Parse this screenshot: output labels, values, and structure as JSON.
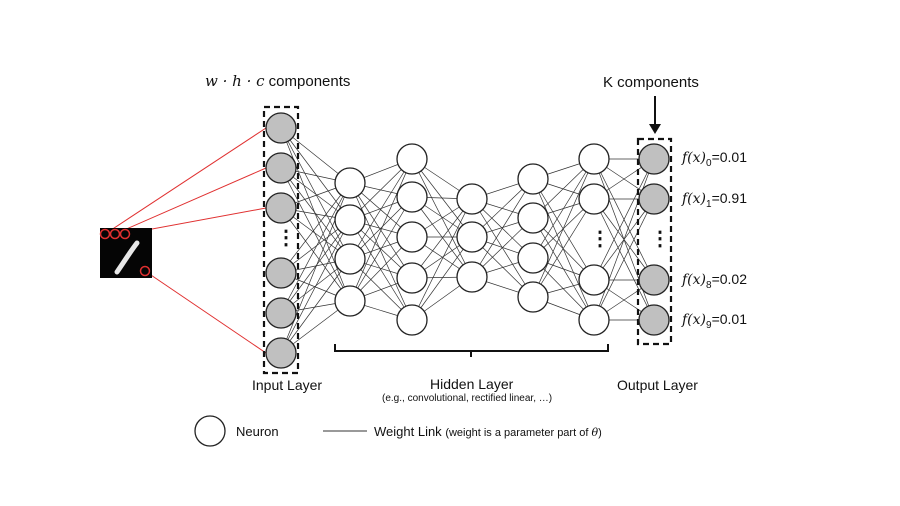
{
  "input_annotation": {
    "prefix": "w · h · c",
    "suffix": " components"
  },
  "output_annotation": "K components",
  "layer_labels": {
    "input": "Input Layer",
    "hidden": "Hidden Layer",
    "hidden_note": "(e.g., convolutional, rectified linear, …)",
    "output": "Output Layer"
  },
  "ellipsis": "⋮",
  "outputs": [
    {
      "prefix": "f(x)",
      "sub": "0",
      "value": "=0.01"
    },
    {
      "prefix": "f(x)",
      "sub": "1",
      "value": "=0.91"
    },
    {
      "prefix": "f(x)",
      "sub": "8",
      "value": "=0.02"
    },
    {
      "prefix": "f(x)",
      "sub": "9",
      "value": "=0.01"
    }
  ],
  "legend": {
    "neuron": "Neuron",
    "weight_link": "Weight Link",
    "weight_note": "(weight is a parameter part of ",
    "theta": "θ",
    "weight_note_end": ")"
  },
  "colors": {
    "input_neuron_fill": "#c0c0c0",
    "hidden_neuron_fill": "#ffffff",
    "stroke": "#222222",
    "image_link": "#e03030"
  }
}
